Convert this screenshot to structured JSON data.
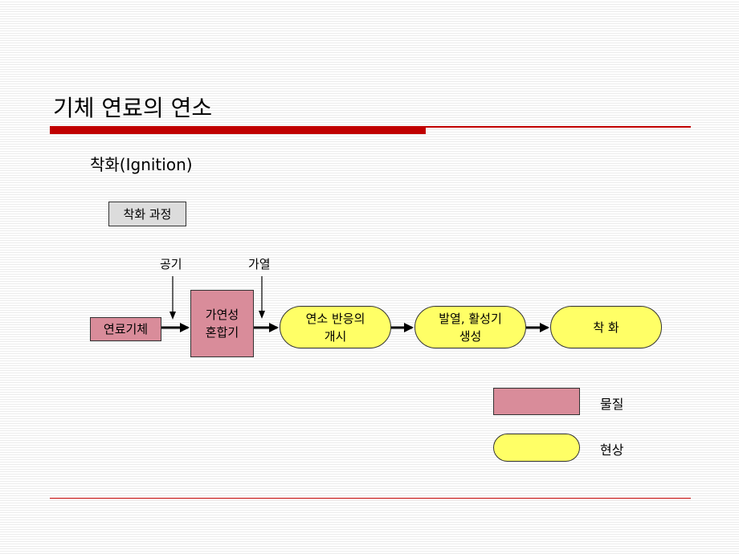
{
  "slide": {
    "title": "기체 연료의 연소",
    "subtitle": "착화(Ignition)",
    "process_label": "착화 과정"
  },
  "inputs": {
    "air": "공기",
    "heat": "가열"
  },
  "flow": {
    "fuel_gas": "연료기체",
    "mixer": "가연성\n혼합기",
    "combustion_start": "연소 반응의\n개시",
    "heat_radicals": "발열, 활성기\n생성",
    "ignition": "착 화"
  },
  "legend": {
    "material": "물질",
    "phenomenon": "현상"
  },
  "colors": {
    "accent_red": "#c00000",
    "material_fill": "#d98c9a",
    "phenomenon_fill": "#ffff66",
    "label_box_fill": "#dcdcdc"
  }
}
